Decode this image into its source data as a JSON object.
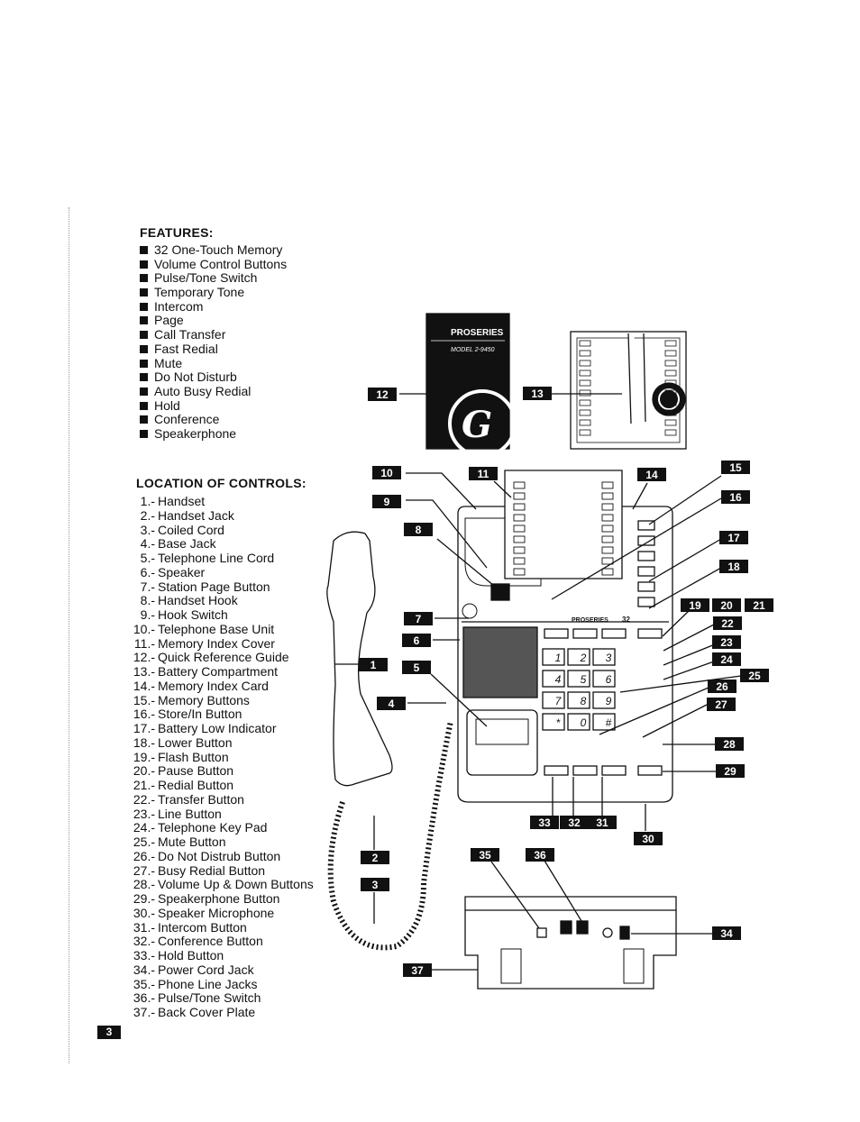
{
  "features": {
    "heading": "FEATURES:",
    "items": [
      "32 One-Touch Memory",
      "Volume Control Buttons",
      "Pulse/Tone Switch",
      "Temporary Tone",
      "Intercom",
      "Page",
      "Call Transfer",
      "Fast Redial",
      "Mute",
      "Do Not Disturb",
      "Auto Busy Redial",
      "Hold",
      "Conference",
      "Speakerphone"
    ]
  },
  "controls": {
    "heading": "LOCATION OF CONTROLS:",
    "items": [
      {
        "num": "1.-",
        "label": "Handset"
      },
      {
        "num": "2.-",
        "label": "Handset Jack"
      },
      {
        "num": "3.-",
        "label": "Coiled Cord"
      },
      {
        "num": "4.-",
        "label": "Base Jack"
      },
      {
        "num": "5.-",
        "label": "Telephone Line Cord"
      },
      {
        "num": "6.-",
        "label": "Speaker"
      },
      {
        "num": "7.-",
        "label": "Station Page Button"
      },
      {
        "num": "8.-",
        "label": "Handset Hook"
      },
      {
        "num": "9.-",
        "label": "Hook Switch"
      },
      {
        "num": "10.-",
        "label": "Telephone Base Unit"
      },
      {
        "num": "11.-",
        "label": "Memory Index Cover"
      },
      {
        "num": "12.-",
        "label": "Quick Reference Guide"
      },
      {
        "num": "13.-",
        "label": "Battery Compartment"
      },
      {
        "num": "14.-",
        "label": "Memory Index Card"
      },
      {
        "num": "15.-",
        "label": "Memory Buttons"
      },
      {
        "num": "16.-",
        "label": "Store/In Button"
      },
      {
        "num": "17.-",
        "label": "Battery Low Indicator"
      },
      {
        "num": "18.-",
        "label": "Lower Button"
      },
      {
        "num": "19.-",
        "label": "Flash Button"
      },
      {
        "num": "20.-",
        "label": "Pause Button"
      },
      {
        "num": "21.-",
        "label": "Redial Button"
      },
      {
        "num": "22.-",
        "label": "Transfer Button"
      },
      {
        "num": "23.-",
        "label": "Line Button"
      },
      {
        "num": "24.-",
        "label": "Telephone Key Pad"
      },
      {
        "num": "25.-",
        "label": "Mute Button"
      },
      {
        "num": "26.-",
        "label": "Do Not Distrub Button"
      },
      {
        "num": "27.-",
        "label": "Busy Redial Button"
      },
      {
        "num": "28.-",
        "label": "Volume Up & Down Buttons"
      },
      {
        "num": "29.-",
        "label": "Speakerphone Button"
      },
      {
        "num": "30.-",
        "label": "Speaker Microphone"
      },
      {
        "num": "31.-",
        "label": "Intercom Button"
      },
      {
        "num": "32.-",
        "label": "Conference Button"
      },
      {
        "num": "33.-",
        "label": "Hold Button"
      },
      {
        "num": "34.-",
        "label": "Power Cord Jack"
      },
      {
        "num": "35.-",
        "label": "Phone Line Jacks"
      },
      {
        "num": "36.-",
        "label": "Pulse/Tone Switch"
      },
      {
        "num": "37.-",
        "label": "Back Cover Plate"
      }
    ]
  },
  "diagram": {
    "callouts": [
      "1",
      "2",
      "3",
      "4",
      "5",
      "6",
      "7",
      "8",
      "9",
      "10",
      "11",
      "12",
      "13",
      "14",
      "15",
      "16",
      "17",
      "18",
      "19",
      "20",
      "21",
      "22",
      "23",
      "24",
      "25",
      "26",
      "27",
      "28",
      "29",
      "30",
      "31",
      "32",
      "33",
      "34",
      "35",
      "36",
      "37"
    ],
    "guide_brand": "PROSERIES",
    "guide_model": "MODEL 2-9450",
    "phone_brand": "PROSERIES",
    "phone_memory_count": "32",
    "keypad": [
      "1",
      "2",
      "3",
      "4",
      "5",
      "6",
      "7",
      "8",
      "9",
      "*",
      "0",
      "#"
    ]
  },
  "page_number": "3"
}
